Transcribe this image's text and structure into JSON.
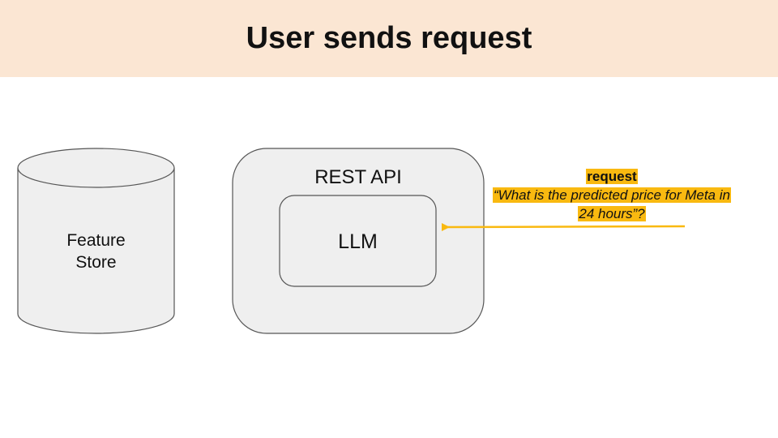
{
  "title": "User sends request",
  "nodes": {
    "feature_store": "Feature\nStore",
    "rest_api": "REST API",
    "llm": "LLM"
  },
  "request": {
    "label": "request",
    "line1": "“What is the predicted price for Meta in",
    "line2": "24 hours”?"
  },
  "colors": {
    "header_bg": "#fbe6d3",
    "shape_fill": "#efefef",
    "shape_stroke": "#555555",
    "arrow": "#f9b910",
    "highlight": "#f9b910"
  }
}
